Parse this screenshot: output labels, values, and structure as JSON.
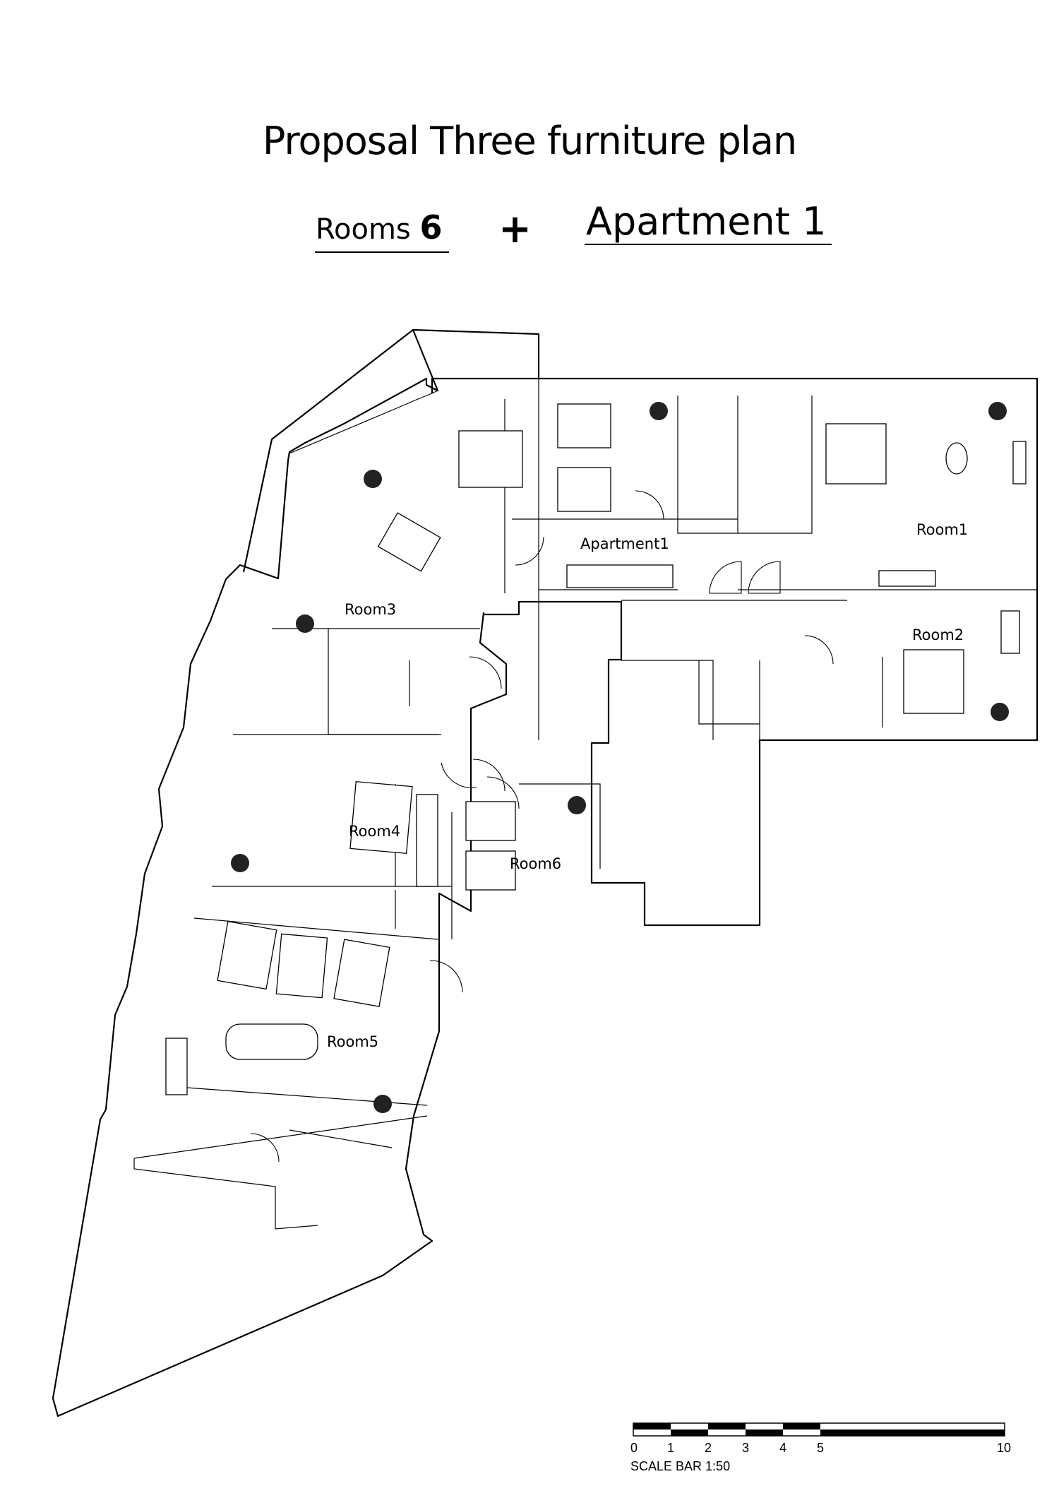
{
  "title": "Proposal Three furniture plan",
  "rooms_label": "Rooms",
  "rooms_count": "6",
  "plus_sign": "+",
  "apartment_label": "Apartment 1",
  "room_labels": {
    "room1": "Room1",
    "room2": "Room2",
    "room3": "Room3",
    "room4": "Room4",
    "room5": "Room5",
    "room6": "Room6",
    "apartment1": "Apartment1"
  },
  "scale_bar": {
    "ticks": [
      "0",
      "1",
      "2",
      "3",
      "4",
      "5",
      "10"
    ],
    "caption": "SCALE BAR 1:50"
  }
}
